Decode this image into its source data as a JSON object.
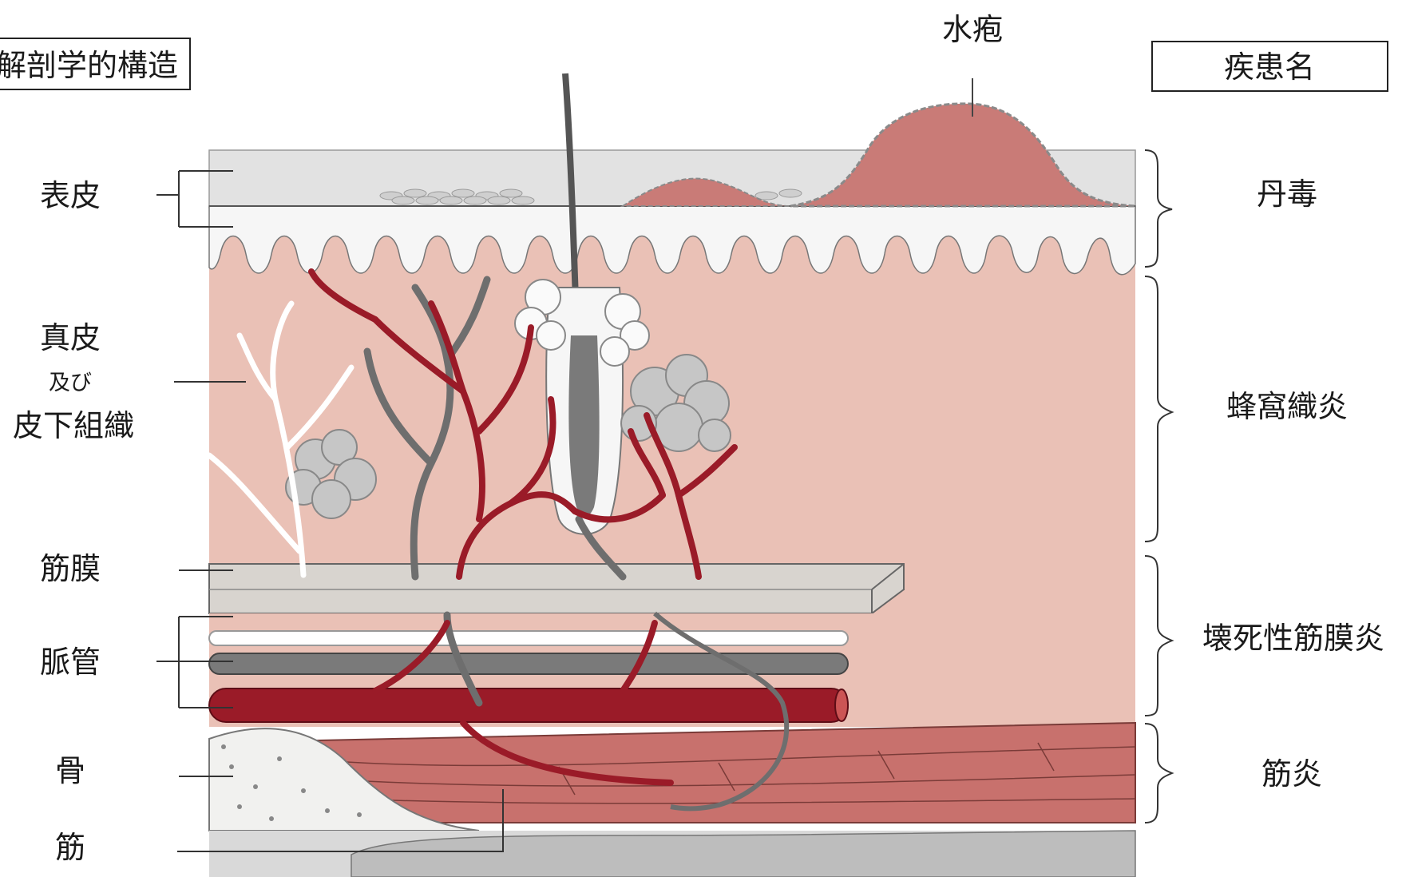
{
  "headers": {
    "left": "解剖学的構造",
    "right": "疾患名"
  },
  "top_label": "水疱",
  "anatomy": {
    "epidermis": "表皮",
    "dermis_line1": "真皮",
    "dermis_line2": "及び",
    "dermis_line3": "皮下組織",
    "fascia": "筋膜",
    "vessels": "脈管",
    "bone": "骨",
    "muscle": "筋"
  },
  "diseases": {
    "erysipelas": "丹毒",
    "cellulitis": "蜂窩織炎",
    "necrotizing_fasciitis": "壊死性筋膜炎",
    "myositis": "筋炎"
  },
  "colors": {
    "epidermis": "#dedede",
    "dermis": "#eac1b6",
    "blister": "#c97b77",
    "artery": "#9a1b28",
    "vein": "#6e6e6e",
    "lymph": "#ffffff",
    "muscle": "#c8716d",
    "bone": "#f1f1ef",
    "gland": "#c6c6c6"
  }
}
